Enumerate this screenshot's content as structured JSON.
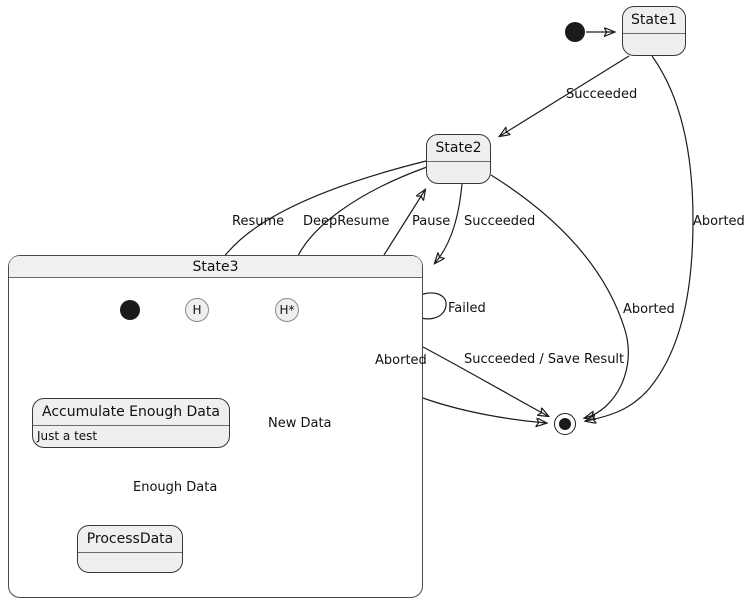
{
  "diagram": {
    "type": "uml-state-machine",
    "colors": {
      "background": "#ffffff",
      "state_fill": "#efefef",
      "state_border": "#383838",
      "edge": "#1c1c1c",
      "text": "#111111"
    },
    "states": {
      "state1": "State1",
      "state2": "State2",
      "state3": "State3",
      "accumulate": "Accumulate Enough Data",
      "accumulate_body": "Just a test",
      "process": "ProcessData",
      "history_shallow": "H",
      "history_deep": "H*"
    },
    "edge_labels": {
      "state1_state2_succeeded": "Succeeded",
      "state1_final_aborted": "Aborted",
      "state2_state3_resume": "Resume",
      "state2_state3_deepresume": "DeepResume",
      "state3_state2_pause": "Pause",
      "state2_state3_succeeded": "Succeeded",
      "state2_final_aborted": "Aborted",
      "state3_self_failed": "Failed",
      "state3_final_aborted": "Aborted",
      "state3_final_succeeded": "Succeeded / Save Result",
      "accumulate_self_newdata": "New Data",
      "accumulate_process_enoughdata": "Enough Data"
    }
  }
}
